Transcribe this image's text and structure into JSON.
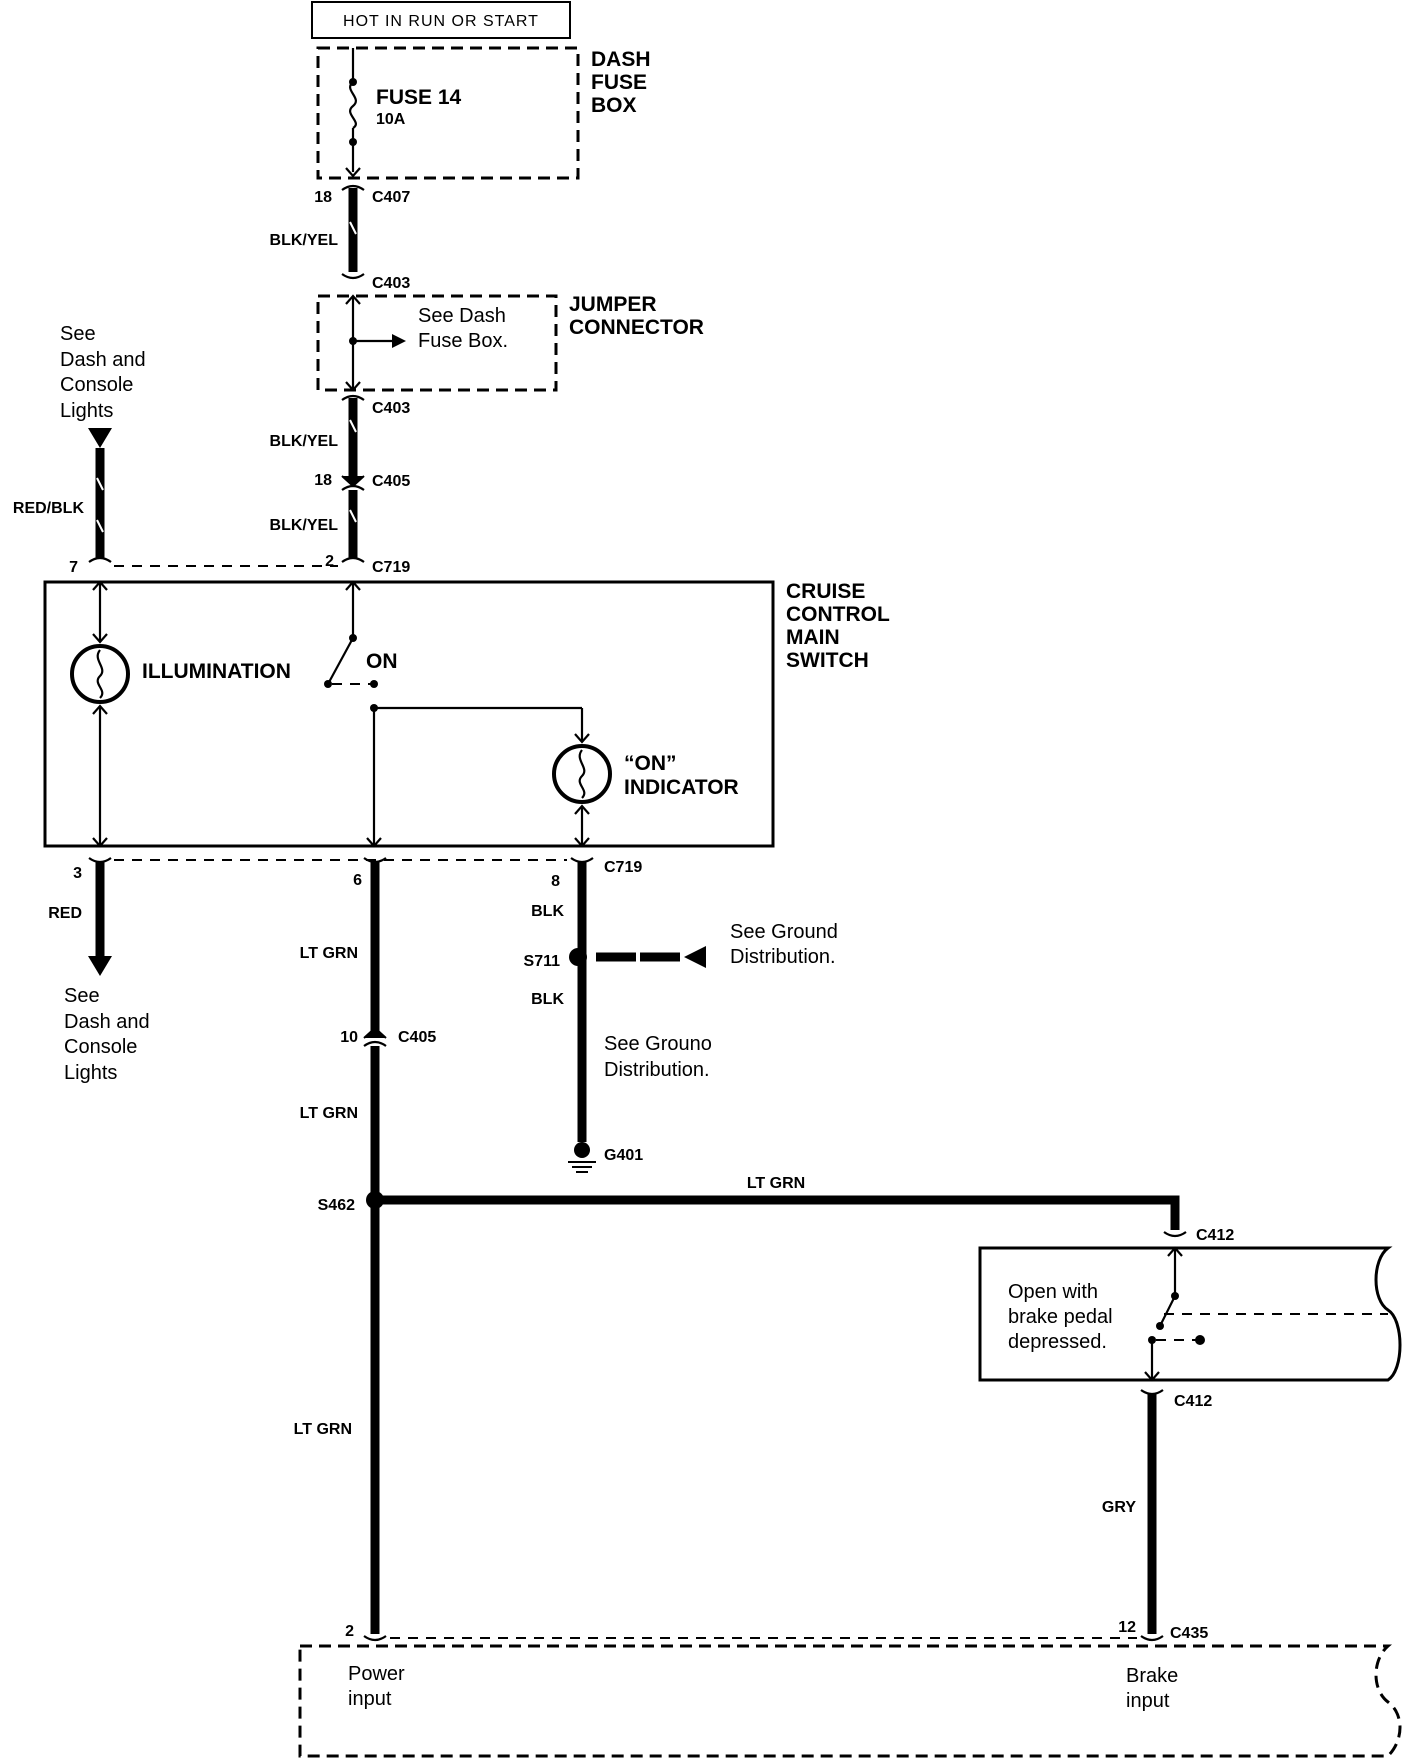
{
  "power_source": {
    "label": "HOT IN RUN OR START"
  },
  "fuse": {
    "name": "FUSE 14",
    "rating": "10A"
  },
  "dash_fuse_box": {
    "label_lines": [
      "DASH",
      "FUSE",
      "BOX"
    ]
  },
  "jumper_connector": {
    "label_lines": [
      "JUMPER",
      "CONNECTOR"
    ],
    "note_lines": [
      "See Dash",
      "Fuse Box."
    ]
  },
  "connectors": {
    "c407": "C407",
    "c403_top": "C403",
    "c403_bottom": "C403",
    "c405_top": "C405",
    "c719_top": "C719",
    "c719_bottom": "C719",
    "c405_mid": "C405",
    "c412_top": "C412",
    "c412_bottom": "C412",
    "c435": "C435"
  },
  "pins": {
    "c407": "18",
    "c405_top": "18",
    "c719_left": "7",
    "c719_right": "2",
    "c719_b3": "3",
    "c719_b6": "6",
    "c719_b8": "8",
    "c405_mid": "10",
    "c435_left": "2",
    "c435_right": "12"
  },
  "wire_colors": {
    "blk_yel_1": "BLK/YEL",
    "blk_yel_2": "BLK/YEL",
    "blk_yel_3": "BLK/YEL",
    "red_blk": "RED/BLK",
    "red": "RED",
    "lt_grn_1": "LT GRN",
    "lt_grn_2": "LT GRN",
    "lt_grn_3": "LT GRN",
    "lt_grn_h": "LT GRN",
    "blk_1": "BLK",
    "blk_2": "BLK",
    "gry": "GRY"
  },
  "splices": {
    "s711": "S711",
    "s462": "S462"
  },
  "ground": {
    "g401": "G401"
  },
  "see_top_left": [
    "See",
    "Dash and",
    "Console",
    "Lights"
  ],
  "see_bottom_left": [
    "See",
    "Dash and",
    "Console",
    "Lights"
  ],
  "see_ground_1": [
    "See Ground",
    "Distribution."
  ],
  "see_ground_2": [
    "See Grouno",
    "Distribution."
  ],
  "cruise_switch": {
    "label_lines": [
      "CRUISE",
      "CONTROL",
      "MAIN",
      "SWITCH"
    ],
    "illumination": "ILLUMINATION",
    "on": "ON",
    "indicator_lines": [
      "“ON”",
      "INDICATOR"
    ]
  },
  "brake_switch": {
    "note_lines": [
      "Open with",
      "brake pedal",
      "depressed."
    ]
  },
  "control_unit": {
    "power_input": [
      "Power",
      "input"
    ],
    "brake_input": [
      "Brake",
      "input"
    ]
  }
}
